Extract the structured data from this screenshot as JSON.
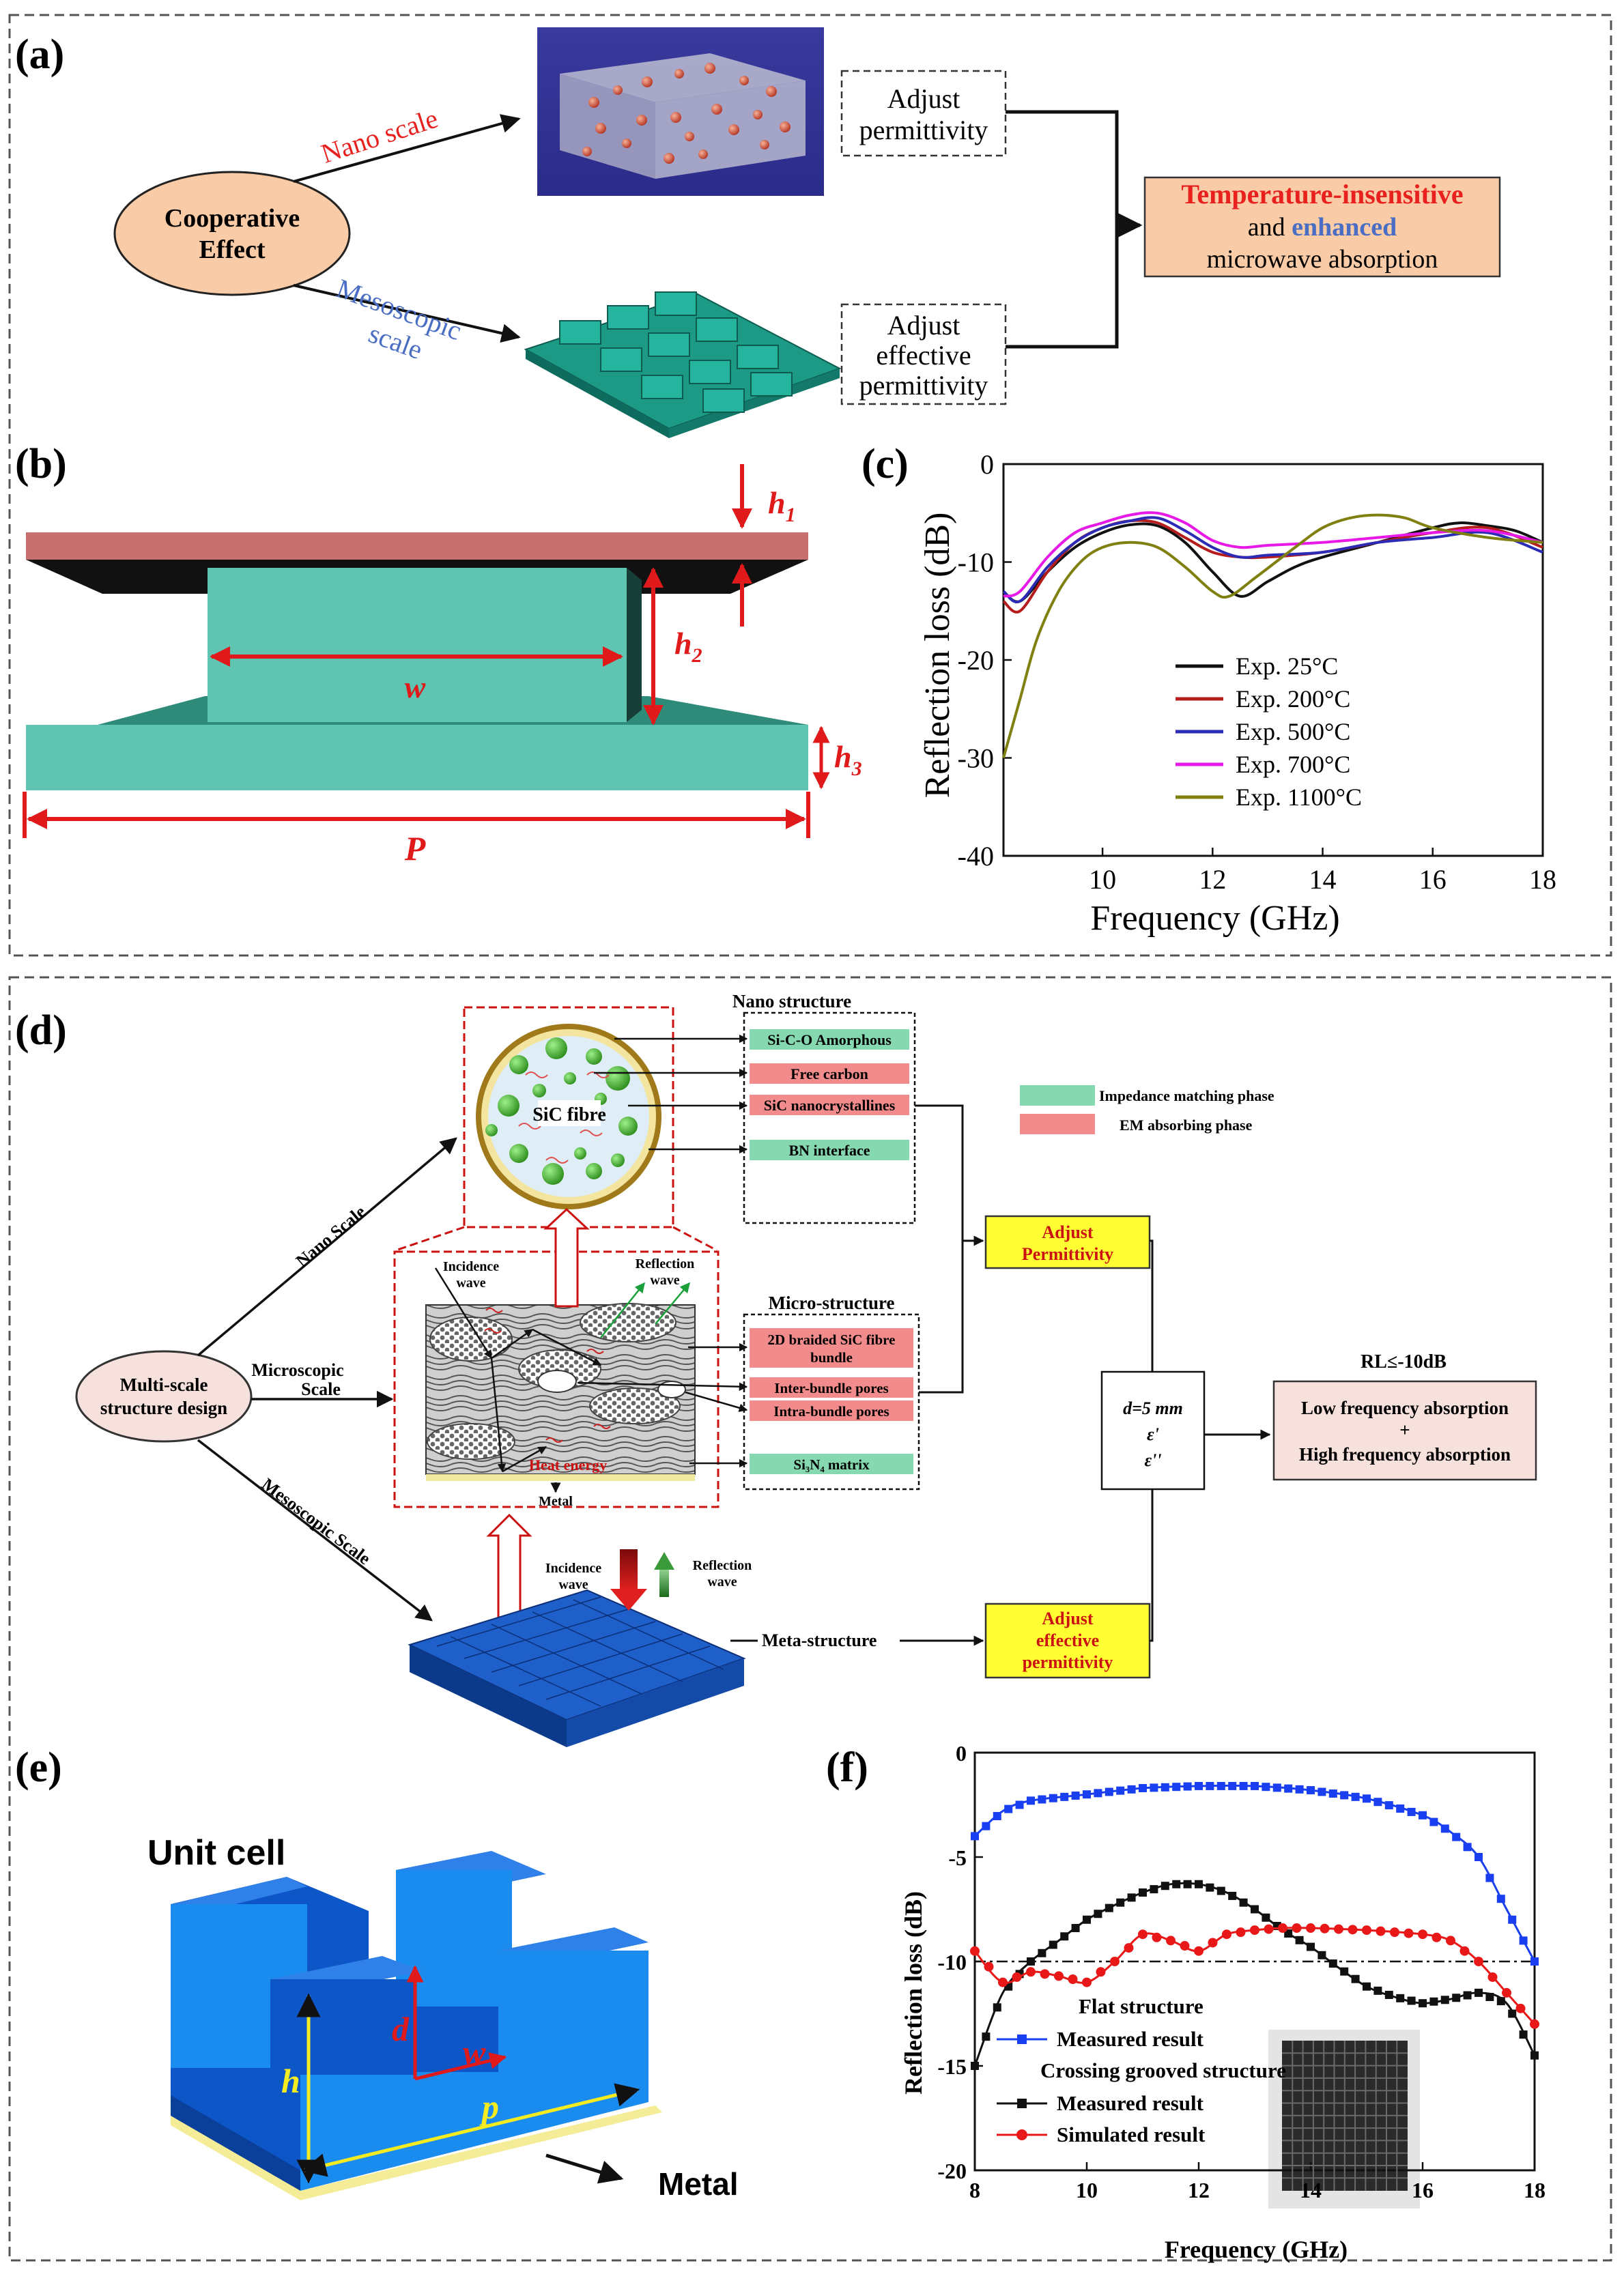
{
  "panel_a": {
    "label": "(a)",
    "cooperative": [
      "Cooperative",
      "Effect"
    ],
    "nano_scale": "Nano scale",
    "meso_scale": [
      "Mesoscopic",
      "scale"
    ],
    "adjust_perm": [
      "Adjust",
      "permittivity"
    ],
    "adjust_eff_perm": [
      "Adjust",
      "effective",
      "permittivity"
    ],
    "result_line1": "Temperature-insensitive",
    "result_line2_a": "and ",
    "result_line2_b": "enhanced",
    "result_line3": "microwave absorption",
    "colors": {
      "red": "#e8211e",
      "blue": "#4a6ec4",
      "ellipse": "#f9cba6",
      "result_bg": "#f9cba6",
      "meso_green": "#1c9a86"
    }
  },
  "panel_b": {
    "label": "(b)",
    "h1": "h",
    "h1_sub": "1",
    "h2": "h",
    "h2_sub": "2",
    "h3": "h",
    "h3_sub": "3",
    "w": "w",
    "p": "P"
  },
  "panel_d": {
    "label": "(d)",
    "multi": [
      "Multi-scale",
      "structure design"
    ],
    "nano_scale": "Nano Scale",
    "micro_scale": [
      "Microscopic",
      "Scale"
    ],
    "meso_scale": "Mesoscopic Scale",
    "sic_fibre": "SiC fibre",
    "nano_title": "Nano structure",
    "nano_items": [
      "Si-C-O Amorphous",
      "Free carbon",
      "SiC nanocrystallines",
      "BN interface"
    ],
    "legend": [
      "Impedance matching phase",
      "EM absorbing phase"
    ],
    "micro_title": "Micro-structure",
    "micro_items": [
      [
        "2D braided SiC fibre",
        "bundle"
      ],
      [
        "Inter-bundle pores"
      ],
      [
        "Intra-bundle pores"
      ],
      [
        "Si₃N₄ matrix"
      ]
    ],
    "incidence": [
      "Incidence",
      "wave"
    ],
    "reflection": [
      "Reflection",
      "wave"
    ],
    "heat": "Heat energy",
    "metal": "Metal",
    "incidence2": [
      "Incidence",
      "wave"
    ],
    "reflection2": [
      "Reflection",
      "wave"
    ],
    "meta": "Meta-structure",
    "adjust_perm": [
      "Adjust",
      "Permittivity"
    ],
    "adjust_eff": [
      "Adjust",
      "effective",
      "permittivity"
    ],
    "box_d": "d=5 mm",
    "box_e1": "ε'",
    "box_e2": "ε''",
    "rl_title": "RL≤-10dB",
    "final": [
      "Low frequency absorption",
      "+",
      "High frequency absorption"
    ],
    "colors": {
      "green": "#86d8b1",
      "red": "#f28b8b",
      "yellow": "#ffff33",
      "pink": "#f7e1dc",
      "dash_red": "#cc1111"
    }
  },
  "panel_e": {
    "label": "(e)",
    "title": "Unit cell",
    "d": "d",
    "w": "w",
    "h": "h",
    "p": "p",
    "metal": "Metal"
  },
  "chart_data": [
    {
      "id": "c",
      "label": "(c)",
      "type": "line",
      "xlabel": "Frequency (GHz)",
      "ylabel": "Reflection loss (dB)",
      "xlim": [
        8.2,
        18
      ],
      "ylim": [
        -40,
        0
      ],
      "xticks": [
        10,
        12,
        14,
        16,
        18
      ],
      "yticks": [
        0,
        -10,
        -20,
        -30,
        -40
      ],
      "legend_position": "center-right",
      "series": [
        {
          "name": "Exp. 25°C",
          "color": "#111111",
          "x": [
            8.2,
            8.5,
            9,
            9.5,
            10,
            10.5,
            11,
            11.5,
            12,
            12.5,
            13,
            13.5,
            14,
            15,
            16,
            16.5,
            17,
            17.5,
            18
          ],
          "y": [
            -13,
            -14,
            -11,
            -8.5,
            -7,
            -6.2,
            -6.3,
            -8,
            -11,
            -13.5,
            -12,
            -10.5,
            -9.5,
            -8,
            -6.5,
            -6,
            -6.3,
            -6.8,
            -8
          ]
        },
        {
          "name": "Exp. 200°C",
          "color": "#b51c1c",
          "x": [
            8.2,
            8.5,
            9,
            9.5,
            10,
            10.5,
            11,
            11.5,
            12,
            12.5,
            13,
            14,
            15,
            16,
            17,
            18
          ],
          "y": [
            -14,
            -15,
            -11,
            -8,
            -6.5,
            -5.8,
            -6,
            -7.5,
            -9,
            -9.5,
            -9.5,
            -9,
            -8,
            -7,
            -6.5,
            -8.5
          ]
        },
        {
          "name": "Exp. 500°C",
          "color": "#2b2bb5",
          "x": [
            8.2,
            8.5,
            9,
            9.5,
            10,
            10.5,
            11,
            11.5,
            12,
            12.5,
            13,
            14,
            15,
            16,
            17,
            18
          ],
          "y": [
            -13,
            -14,
            -10.5,
            -8,
            -6.5,
            -5.8,
            -5.5,
            -6.8,
            -8.5,
            -9.5,
            -9.3,
            -9,
            -8,
            -7.5,
            -7,
            -9
          ]
        },
        {
          "name": "Exp. 700°C",
          "color": "#e619e6",
          "x": [
            8.2,
            8.5,
            9,
            9.5,
            10,
            10.5,
            11,
            11.5,
            12,
            12.5,
            13,
            14,
            15,
            16,
            17,
            18
          ],
          "y": [
            -13.5,
            -13,
            -9.5,
            -7,
            -6,
            -5.2,
            -5,
            -6,
            -7.8,
            -8.5,
            -8.3,
            -8,
            -7.5,
            -7,
            -6.8,
            -8
          ]
        },
        {
          "name": "Exp. 1100°C",
          "color": "#808011",
          "x": [
            8.2,
            8.5,
            8.8,
            9.2,
            9.6,
            10,
            10.5,
            11,
            11.5,
            12,
            12.3,
            12.8,
            13.5,
            14,
            14.5,
            15,
            15.5,
            16,
            17,
            18
          ],
          "y": [
            -30,
            -24,
            -18,
            -13,
            -10,
            -8.5,
            -8,
            -8.5,
            -10.5,
            -13,
            -13.5,
            -11.5,
            -8.5,
            -6.5,
            -5.5,
            -5.2,
            -5.5,
            -6.5,
            -7.5,
            -8
          ]
        }
      ]
    },
    {
      "id": "f",
      "label": "(f)",
      "type": "line",
      "xlabel": "Frequency (GHz)",
      "ylabel": "Reflection loss (dB)",
      "xlim": [
        8,
        18
      ],
      "ylim": [
        -20,
        0
      ],
      "xticks": [
        8,
        10,
        12,
        14,
        16,
        18
      ],
      "yticks": [
        0,
        -5,
        -10,
        -15,
        -20
      ],
      "reference_line": -10,
      "legend_position": "bottom-left",
      "legend_groups": [
        "Flat structure",
        "Crossing grooved structure"
      ],
      "series": [
        {
          "name": "Measured result",
          "group": "Flat structure",
          "color": "#1a3ff0",
          "marker": "square",
          "x": [
            8,
            8.5,
            9,
            10,
            11,
            12,
            13,
            14,
            15,
            16,
            16.5,
            17,
            17.5,
            18
          ],
          "y": [
            -4,
            -2.8,
            -2.3,
            -2,
            -1.7,
            -1.6,
            -1.6,
            -1.8,
            -2.2,
            -3,
            -3.8,
            -5,
            -7.5,
            -10
          ]
        },
        {
          "name": "Measured result",
          "group": "Crossing grooved structure",
          "color": "#111111",
          "marker": "square",
          "x": [
            8,
            8.5,
            9,
            9.5,
            10,
            10.5,
            11,
            11.5,
            12,
            12.5,
            13,
            13.5,
            14,
            14.5,
            15,
            15.5,
            16,
            16.5,
            17,
            17.5,
            18
          ],
          "y": [
            -15,
            -11.5,
            -10,
            -9,
            -8,
            -7.3,
            -6.7,
            -6.3,
            -6.3,
            -6.7,
            -7.5,
            -8.5,
            -9.3,
            -10.3,
            -11.2,
            -11.7,
            -12,
            -11.8,
            -11.5,
            -12,
            -14.5
          ]
        },
        {
          "name": "Simulated result",
          "group": "Crossing grooved structure",
          "color": "#e81818",
          "marker": "circle",
          "x": [
            8,
            8.5,
            9,
            9.5,
            10,
            10.5,
            11,
            11.5,
            12,
            12.5,
            13,
            13.5,
            14,
            15,
            16,
            16.5,
            17,
            17.5,
            18
          ],
          "y": [
            -9.5,
            -11,
            -10.5,
            -10.7,
            -11,
            -10,
            -8.7,
            -9,
            -9.5,
            -8.7,
            -8.5,
            -8.4,
            -8.4,
            -8.5,
            -8.7,
            -9,
            -10,
            -11.5,
            -13
          ]
        }
      ]
    }
  ]
}
